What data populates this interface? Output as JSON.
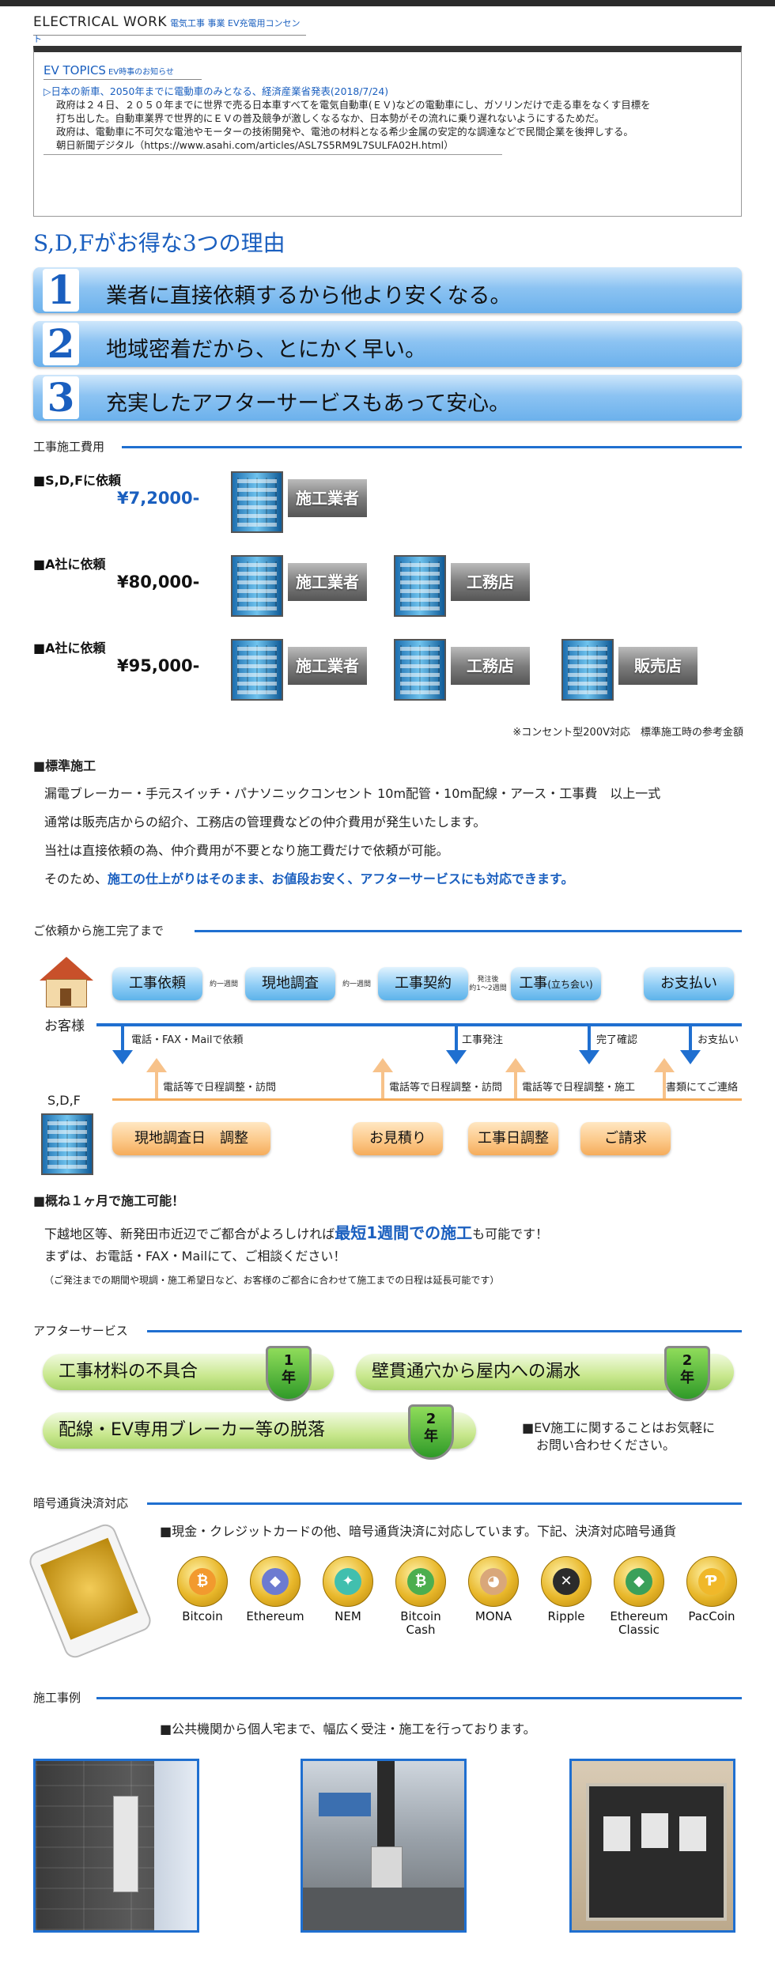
{
  "header": {
    "title": "ELECTRICAL WORK",
    "subtitle": "電気工事 事業 EV充電用コンセント"
  },
  "topics": {
    "title": "EV TOPICS",
    "title_small": "EV時事のお知らせ",
    "headline": "▷日本の新車、2050年までに電動車のみとなる、経済産業省発表(2018/7/24)",
    "body": [
      "政府は２４日、２０５０年までに世界で売る日本車すべてを電気自動車(ＥＶ)などの電動車にし、ガソリンだけで走る車をなくす目標を",
      "打ち出した。自動車業界で世界的にＥＶの普及競争が激しくなるなか、日本勢がその流れに乗り遅れないようにするためだ。",
      "政府は、電動車に不可欠な電池やモーターの技術開発や、電池の材料となる希少金属の安定的な調達などで民間企業を後押しする。",
      "朝日新聞デジタル（https://www.asahi.com/articles/ASL7S5RM9L7SULFA02H.html）"
    ]
  },
  "reasons": {
    "title": "S,D,Fがお得な3つの理由",
    "items": [
      {
        "num": "1",
        "text": "業者に直接依頼するから他より安くなる。"
      },
      {
        "num": "2",
        "text": "地域密着だから、とにかく早い。"
      },
      {
        "num": "3",
        "text": "充実したアフターサービスもあって安心。"
      }
    ]
  },
  "cost": {
    "heading": "工事施工費用",
    "rows": [
      {
        "label": "■S,D,Fに依頼",
        "price": "¥7,2000-",
        "price_color": "#1a5fbf",
        "tags": [
          "施工業者"
        ]
      },
      {
        "label": "■A社に依頼",
        "price": "¥80,000-",
        "price_color": "#111111",
        "tags": [
          "施工業者",
          "工務店"
        ]
      },
      {
        "label": "■A社に依頼",
        "price": "¥95,000-",
        "price_color": "#111111",
        "tags": [
          "施工業者",
          "工務店",
          "販売店"
        ]
      }
    ],
    "note": "※コンセント型200V対応　標準施工時の参考金額"
  },
  "standard": {
    "title": "■標準施工",
    "lines": [
      "漏電ブレーカー・手元スイッチ・パナソニックコンセント 10m配管・10m配線・アース・工事費　以上一式",
      "通常は販売店からの紹介、工務店の管理費などの仲介費用が発生いたします。",
      "当社は直接依頼の為、仲介費用が不要となり施工費だけで依頼が可能。"
    ],
    "last_prefix": "そのため、",
    "last_blue": "施工の仕上がりはそのまま、お値段お安く、アフターサービスにも対応できます。"
  },
  "flow": {
    "heading": "ご依頼から施工完了まで",
    "customer_label": "お客様",
    "company_label": "S,D,F",
    "top_steps": [
      "工事依頼",
      "現地調査",
      "工事契約",
      "工事",
      "お支払い"
    ],
    "top_step_suffix": "(立ち会い)",
    "gap_labels": [
      "約一週間",
      "約一週間",
      "発注後",
      "約1～2週間"
    ],
    "down_labels": [
      "電話・FAX・Mailで依頼",
      "工事発注",
      "完了確認",
      "お支払い"
    ],
    "up_labels": [
      "電話等で日程調整・訪問",
      "電話等で日程調整・訪問",
      "電話等で日程調整・施工",
      "書類にてご連絡"
    ],
    "bottom_steps": [
      "現地調査日　調整",
      "お見積り",
      "工事日調整",
      "ご請求"
    ]
  },
  "month": {
    "title": "■概ね１ヶ月で施工可能！",
    "line1_prefix": "下越地区等、新発田市近辺でご都合がよろしければ",
    "line1_blue": "最短1週間での施工",
    "line1_suffix": "も可能です！",
    "line2": "まずは、お電話・FAX・Mailにて、ご相談ください！",
    "note": "（ご発注までの期間や現調・施工希望日など、お客様のご都合に合わせて施工までの日程は延長可能です）"
  },
  "after": {
    "heading": "アフターサービス",
    "items": [
      {
        "text": "工事材料の不具合",
        "badge_num": "1",
        "badge_unit": "年"
      },
      {
        "text": "壁貫通穴から屋内への漏水",
        "badge_num": "2",
        "badge_unit": "年"
      },
      {
        "text": "配線・EV専用ブレーカー等の脱落",
        "badge_num": "2",
        "badge_unit": "年"
      }
    ],
    "note1": "■EV施工に関することはお気軽に",
    "note2": "お問い合わせください。"
  },
  "crypto": {
    "heading": "暗号通貨決済対応",
    "intro": "■現金・クレジットカードの他、暗号通貨決済に対応しています。下記、決済対応暗号通貨",
    "coins": [
      {
        "name1": "Bitcoin",
        "name2": "",
        "symbol": "₿",
        "color": "#f29a2e"
      },
      {
        "name1": "Ethereum",
        "name2": "",
        "symbol": "◆",
        "color": "#6c7bd1"
      },
      {
        "name1": "NEM",
        "name2": "",
        "symbol": "✦",
        "color": "#41bfae"
      },
      {
        "name1": "Bitcoin",
        "name2": "Cash",
        "symbol": "₿",
        "color": "#4cae4f"
      },
      {
        "name1": "MONA",
        "name2": "",
        "symbol": "◕",
        "color": "#d9a77a"
      },
      {
        "name1": "Ripple",
        "name2": "",
        "symbol": "✕",
        "color": "#2b2b2b"
      },
      {
        "name1": "Ethereum",
        "name2": "Classic",
        "symbol": "◆",
        "color": "#3aa05a"
      },
      {
        "name1": "PacCoin",
        "name2": "",
        "symbol": "Ƥ",
        "color": "#f0b82a"
      }
    ]
  },
  "cases": {
    "heading": "施工事例",
    "intro": "■公共機関から個人宅まで、幅広く受注・施工を行っております。"
  }
}
